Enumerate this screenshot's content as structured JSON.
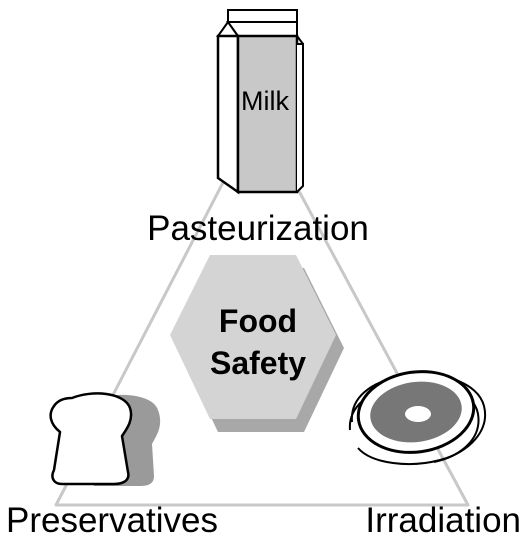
{
  "center": {
    "line1": "Food",
    "line2": "Safety"
  },
  "milk_carton": {
    "text": "Milk"
  },
  "labels": {
    "top": "Pasteurization",
    "bottom_left": "Preservatives",
    "bottom_right": "Irradiation"
  },
  "colors": {
    "background": "#ffffff",
    "triangle": "#c8c8c8",
    "hexagon_face": "#d4d4d4",
    "hexagon_shadow": "#a8a8a8",
    "carton_panel": "#c8c8c8",
    "bread_shadow": "#9a9a9a",
    "meat_inner": "#777777",
    "outline": "#000000"
  },
  "icons": {
    "top": "milk-carton-icon",
    "bottom_left": "bread-icon",
    "bottom_right": "steak-icon"
  }
}
